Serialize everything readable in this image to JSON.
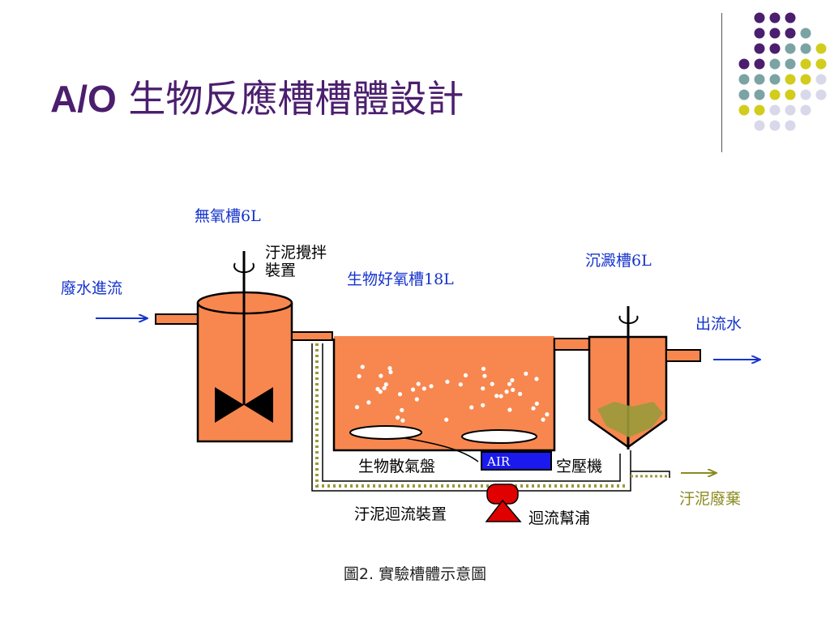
{
  "title": {
    "prefix": "A/O",
    "main": "生物反應槽槽體設計"
  },
  "colors": {
    "title": "#4b1e6e",
    "tank": "#f7874f",
    "dot_purple": "#4b1e6e",
    "dot_teal": "#7ba3a3",
    "dot_yellow": "#d2cc1c",
    "dot_lavender": "#d9d8ea",
    "arrow_blue": "#1533cc",
    "sludge": "#9a9a3a",
    "pump_red": "#e00000",
    "air_box": "#1a1aee"
  },
  "diagram": {
    "anoxic_tank": "無氧槽6L",
    "mixer": [
      "汙泥攪拌",
      "裝置"
    ],
    "inflow": "廢水進流",
    "aerobic_tank": "生物好氧槽18L",
    "clarifier": "沉澱槽6L",
    "outflow": "出流水",
    "diffuser": "生物散氣盤",
    "air": "AIR",
    "compressor": "空壓機",
    "sludge_waste": "汙泥廢棄",
    "sludge_recycle": "汙泥迴流裝置",
    "recycle_pump": "迴流幫浦"
  },
  "caption": "圖2. 實驗槽體示意圖"
}
